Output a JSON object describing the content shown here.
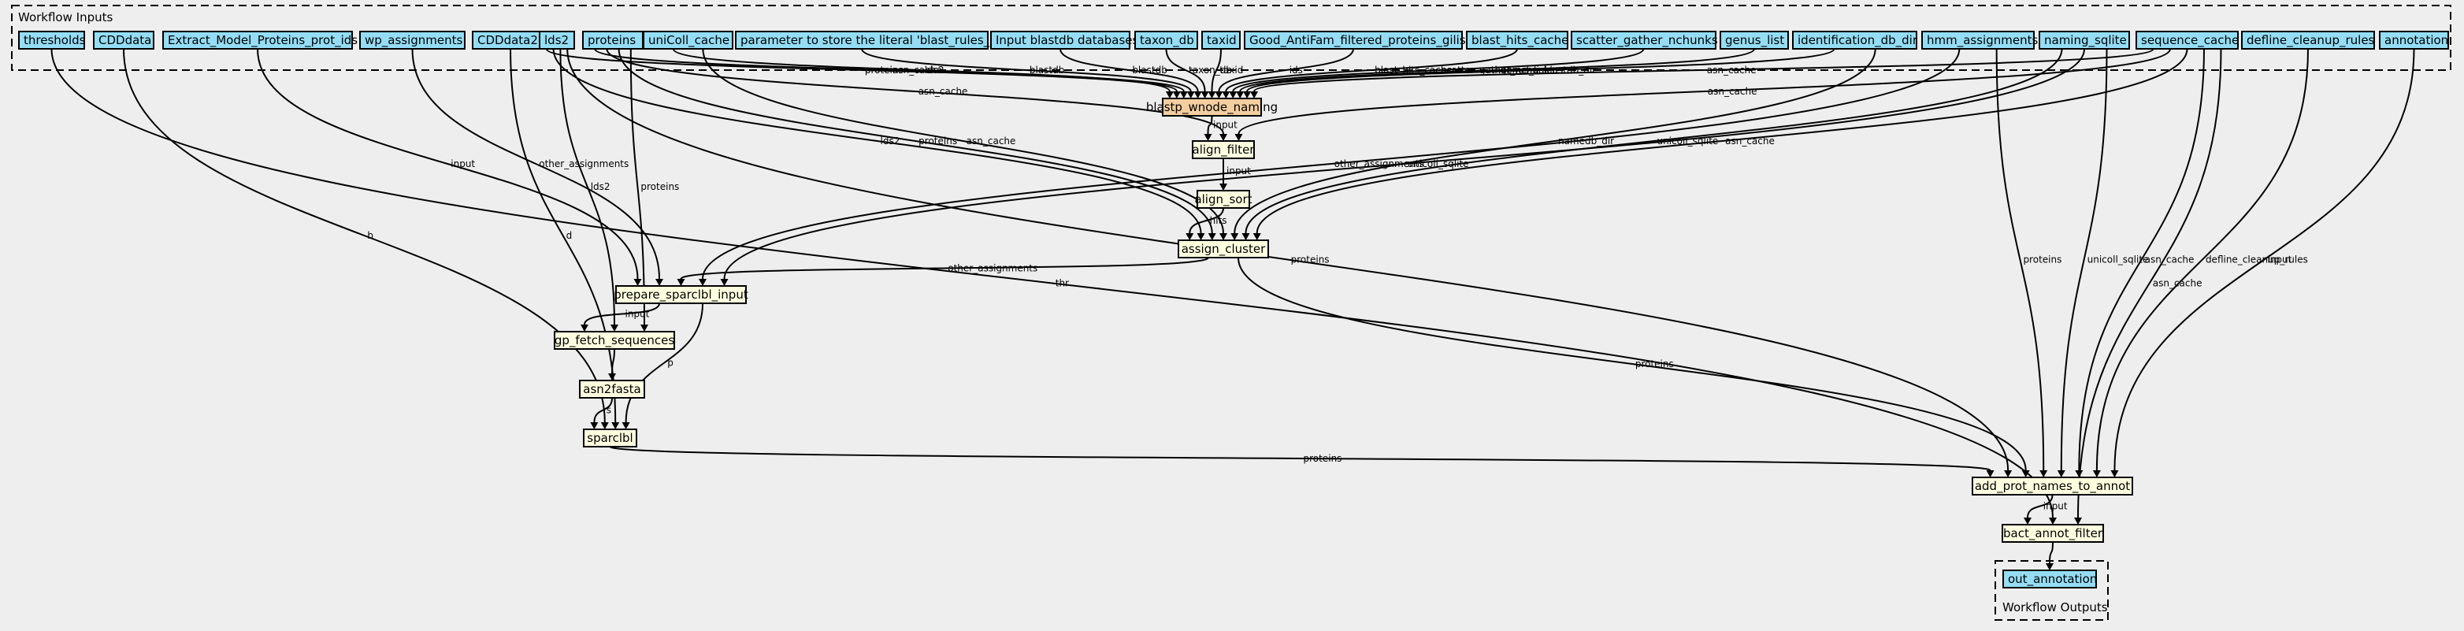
{
  "clusters": {
    "inputs_label": "Workflow Inputs",
    "outputs_label": "Workflow Outputs"
  },
  "colors": {
    "input": "#94ddf4",
    "step": "#ffffe0",
    "highlight": "#f3cea1",
    "background": "#eeeeee"
  },
  "inputs": [
    {
      "id": "thresholds",
      "label": "thresholds"
    },
    {
      "id": "CDDdata",
      "label": "CDDdata"
    },
    {
      "id": "Extract_Model_Proteins_prot_ids",
      "label": "Extract_Model_Proteins_prot_ids"
    },
    {
      "id": "wp_assignments",
      "label": "wp_assignments"
    },
    {
      "id": "CDDdata2",
      "label": "CDDdata2"
    },
    {
      "id": "lds2",
      "label": "lds2"
    },
    {
      "id": "proteins",
      "label": "proteins"
    },
    {
      "id": "uniColl_cache",
      "label": "uniColl_cache"
    },
    {
      "id": "blast_rules_db",
      "label": "parameter to store the literal 'blast_rules_db'"
    },
    {
      "id": "input_blastdb",
      "label": "Input blastdb databases"
    },
    {
      "id": "taxon_db",
      "label": "taxon_db"
    },
    {
      "id": "taxid",
      "label": "taxid"
    },
    {
      "id": "antifam",
      "label": "Good_AntiFam_filtered_proteins_gilist"
    },
    {
      "id": "blast_hits_cache",
      "label": "blast_hits_cache"
    },
    {
      "id": "scatter_gather_nchunks",
      "label": "scatter_gather_nchunks"
    },
    {
      "id": "genus_list",
      "label": "genus_list"
    },
    {
      "id": "identification_db_dir",
      "label": "identification_db_dir"
    },
    {
      "id": "hmm_assignments",
      "label": "hmm_assignments"
    },
    {
      "id": "naming_sqlite",
      "label": "naming_sqlite"
    },
    {
      "id": "sequence_cache",
      "label": "sequence_cache"
    },
    {
      "id": "defline_cleanup_rules",
      "label": "defline_cleanup_rules"
    },
    {
      "id": "annotation",
      "label": "annotation"
    }
  ],
  "steps": [
    {
      "id": "blastp_wnode_naming",
      "label": "blastp_wnode_naming",
      "highlight": true
    },
    {
      "id": "align_filter",
      "label": "align_filter"
    },
    {
      "id": "align_sort",
      "label": "align_sort"
    },
    {
      "id": "assign_cluster",
      "label": "assign_cluster"
    },
    {
      "id": "prepare_sparclbl_input",
      "label": "prepare_sparclbl_input"
    },
    {
      "id": "gp_fetch_sequences",
      "label": "gp_fetch_sequences"
    },
    {
      "id": "asn2fasta",
      "label": "asn2fasta"
    },
    {
      "id": "sparclbl",
      "label": "sparclbl"
    },
    {
      "id": "add_prot_names_to_annot",
      "label": "add_prot_names_to_annot"
    },
    {
      "id": "bact_annot_filter",
      "label": "bact_annot_filter"
    }
  ],
  "outputs": [
    {
      "id": "out_annotation",
      "label": "out_annotation"
    }
  ],
  "edges": [
    {
      "from": "uniColl_cache",
      "to": "blastp_wnode_naming",
      "label": "lds2"
    },
    {
      "from": "lds2",
      "to": "blastp_wnode_naming",
      "label": "proteins"
    },
    {
      "from": "proteins",
      "to": "blastp_wnode_naming",
      "label": "asn_cache"
    },
    {
      "from": "blast_rules_db",
      "to": "blastp_wnode_naming",
      "label": "blastdb"
    },
    {
      "from": "input_blastdb",
      "to": "blastp_wnode_naming",
      "label": "blastdb"
    },
    {
      "from": "taxon_db",
      "to": "blastp_wnode_naming",
      "label": "taxon_db"
    },
    {
      "from": "taxid",
      "to": "blastp_wnode_naming",
      "label": "taxid"
    },
    {
      "from": "antifam",
      "to": "blastp_wnode_naming",
      "label": "ids"
    },
    {
      "from": "blast_hits_cache",
      "to": "blastp_wnode_naming",
      "label": "blast_hits_cache"
    },
    {
      "from": "scatter_gather_nchunks",
      "to": "blastp_wnode_naming",
      "label": "scatter_gather_nchunks"
    },
    {
      "from": "genus_list",
      "to": "blastp_wnode_naming",
      "label": "genus_list"
    },
    {
      "from": "identification_db_dir",
      "to": "blastp_wnode_naming",
      "label": "blastdb_dir"
    },
    {
      "from": "sequence_cache",
      "to": "blastp_wnode_naming",
      "label": "asn_cache"
    },
    {
      "from": "blastp_wnode_naming",
      "to": "align_filter",
      "label": "input"
    },
    {
      "from": "proteins",
      "to": "align_filter",
      "label": "asn_cache"
    },
    {
      "from": "sequence_cache",
      "to": "align_filter",
      "label": "asn_cache"
    },
    {
      "from": "align_filter",
      "to": "align_sort",
      "label": "input"
    },
    {
      "from": "align_sort",
      "to": "assign_cluster",
      "label": "hits"
    },
    {
      "from": "lds2",
      "to": "assign_cluster",
      "label": "lds2"
    },
    {
      "from": "proteins",
      "to": "assign_cluster",
      "label": "proteins"
    },
    {
      "from": "uniColl_cache",
      "to": "assign_cluster",
      "label": "asn_cache"
    },
    {
      "from": "identification_db_dir",
      "to": "assign_cluster",
      "label": "namedb_dir"
    },
    {
      "from": "naming_sqlite",
      "to": "assign_cluster",
      "label": "unicoll_sqlite"
    },
    {
      "from": "sequence_cache",
      "to": "assign_cluster",
      "label": "asn_cache"
    },
    {
      "from": "Extract_Model_Proteins_prot_ids",
      "to": "prepare_sparclbl_input",
      "label": "input"
    },
    {
      "from": "wp_assignments",
      "to": "prepare_sparclbl_input",
      "label": "other_assignments"
    },
    {
      "from": "assign_cluster",
      "to": "prepare_sparclbl_input",
      "label": "other_assignments"
    },
    {
      "from": "hmm_assignments",
      "to": "prepare_sparclbl_input",
      "label": "other_assignments"
    },
    {
      "from": "naming_sqlite",
      "to": "prepare_sparclbl_input",
      "label": "unicoll_sqlite"
    },
    {
      "from": "prepare_sparclbl_input",
      "to": "gp_fetch_sequences",
      "label": "input"
    },
    {
      "from": "lds2",
      "to": "gp_fetch_sequences",
      "label": "lds2"
    },
    {
      "from": "proteins",
      "to": "gp_fetch_sequences",
      "label": "proteins"
    },
    {
      "from": "gp_fetch_sequences",
      "to": "asn2fasta",
      "label": ""
    },
    {
      "from": "asn2fasta",
      "to": "sparclbl",
      "label": "s"
    },
    {
      "from": "CDDdata",
      "to": "sparclbl",
      "label": "b"
    },
    {
      "from": "CDDdata2",
      "to": "sparclbl",
      "label": "d"
    },
    {
      "from": "prepare_sparclbl_input",
      "to": "sparclbl",
      "label": "p"
    },
    {
      "from": "sparclbl",
      "to": "add_prot_names_to_annot",
      "label": "proteins"
    },
    {
      "from": "lds2",
      "to": "add_prot_names_to_annot",
      "label": "proteins"
    },
    {
      "from": "assign_cluster",
      "to": "add_prot_names_to_annot",
      "label": "proteins"
    },
    {
      "from": "hmm_assignments",
      "to": "add_prot_names_to_annot",
      "label": "proteins"
    },
    {
      "from": "naming_sqlite",
      "to": "add_prot_names_to_annot",
      "label": "unicoll_sqlite"
    },
    {
      "from": "sequence_cache",
      "to": "add_prot_names_to_annot",
      "label": "asn_cache"
    },
    {
      "from": "defline_cleanup_rules",
      "to": "add_prot_names_to_annot",
      "label": "defline_cleanup_rules"
    },
    {
      "from": "annotation",
      "to": "add_prot_names_to_annot",
      "label": "input"
    },
    {
      "from": "add_prot_names_to_annot",
      "to": "bact_annot_filter",
      "label": "input"
    },
    {
      "from": "thresholds",
      "to": "bact_annot_filter",
      "label": "thr"
    },
    {
      "from": "sequence_cache",
      "to": "bact_annot_filter",
      "label": "asn_cache"
    },
    {
      "from": "bact_annot_filter",
      "to": "out_annotation",
      "label": ""
    }
  ]
}
